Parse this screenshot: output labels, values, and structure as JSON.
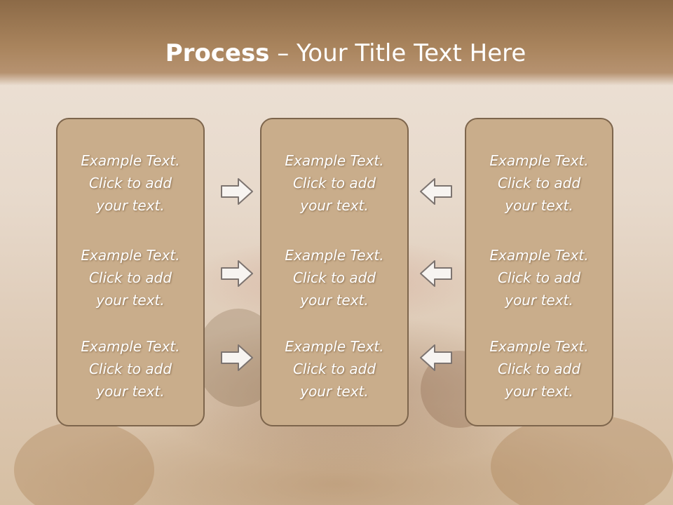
{
  "slide": {
    "title_bold": "Process",
    "title_rest": " – Your Title Text Here"
  },
  "columns": [
    {
      "items": [
        {
          "line1": "Example Text.",
          "line2": "Click  to add",
          "line3": "your text."
        },
        {
          "line1": "Example Text.",
          "line2": "Click  to add",
          "line3": "your text."
        },
        {
          "line1": "Example Text.",
          "line2": "Click  to add",
          "line3": "your text."
        }
      ]
    },
    {
      "items": [
        {
          "line1": "Example Text.",
          "line2": "Click  to add",
          "line3": "your text."
        },
        {
          "line1": "Example Text.",
          "line2": "Click  to add",
          "line3": "your text."
        },
        {
          "line1": "Example Text.",
          "line2": "Click  to add",
          "line3": "your text."
        }
      ]
    },
    {
      "items": [
        {
          "line1": "Example Text.",
          "line2": "Click  to add",
          "line3": "your text."
        },
        {
          "line1": "Example Text.",
          "line2": "Click  to add",
          "line3": "your text."
        },
        {
          "line1": "Example Text.",
          "line2": "Click  to add",
          "line3": "your text."
        }
      ]
    }
  ],
  "arrows": {
    "left_group": "arrow-right-icon",
    "right_group": "arrow-left-icon"
  },
  "colors": {
    "header": "#a9845d",
    "box_fill": "#c9ad8b",
    "box_border": "#7d654c",
    "text": "#ffffff"
  }
}
